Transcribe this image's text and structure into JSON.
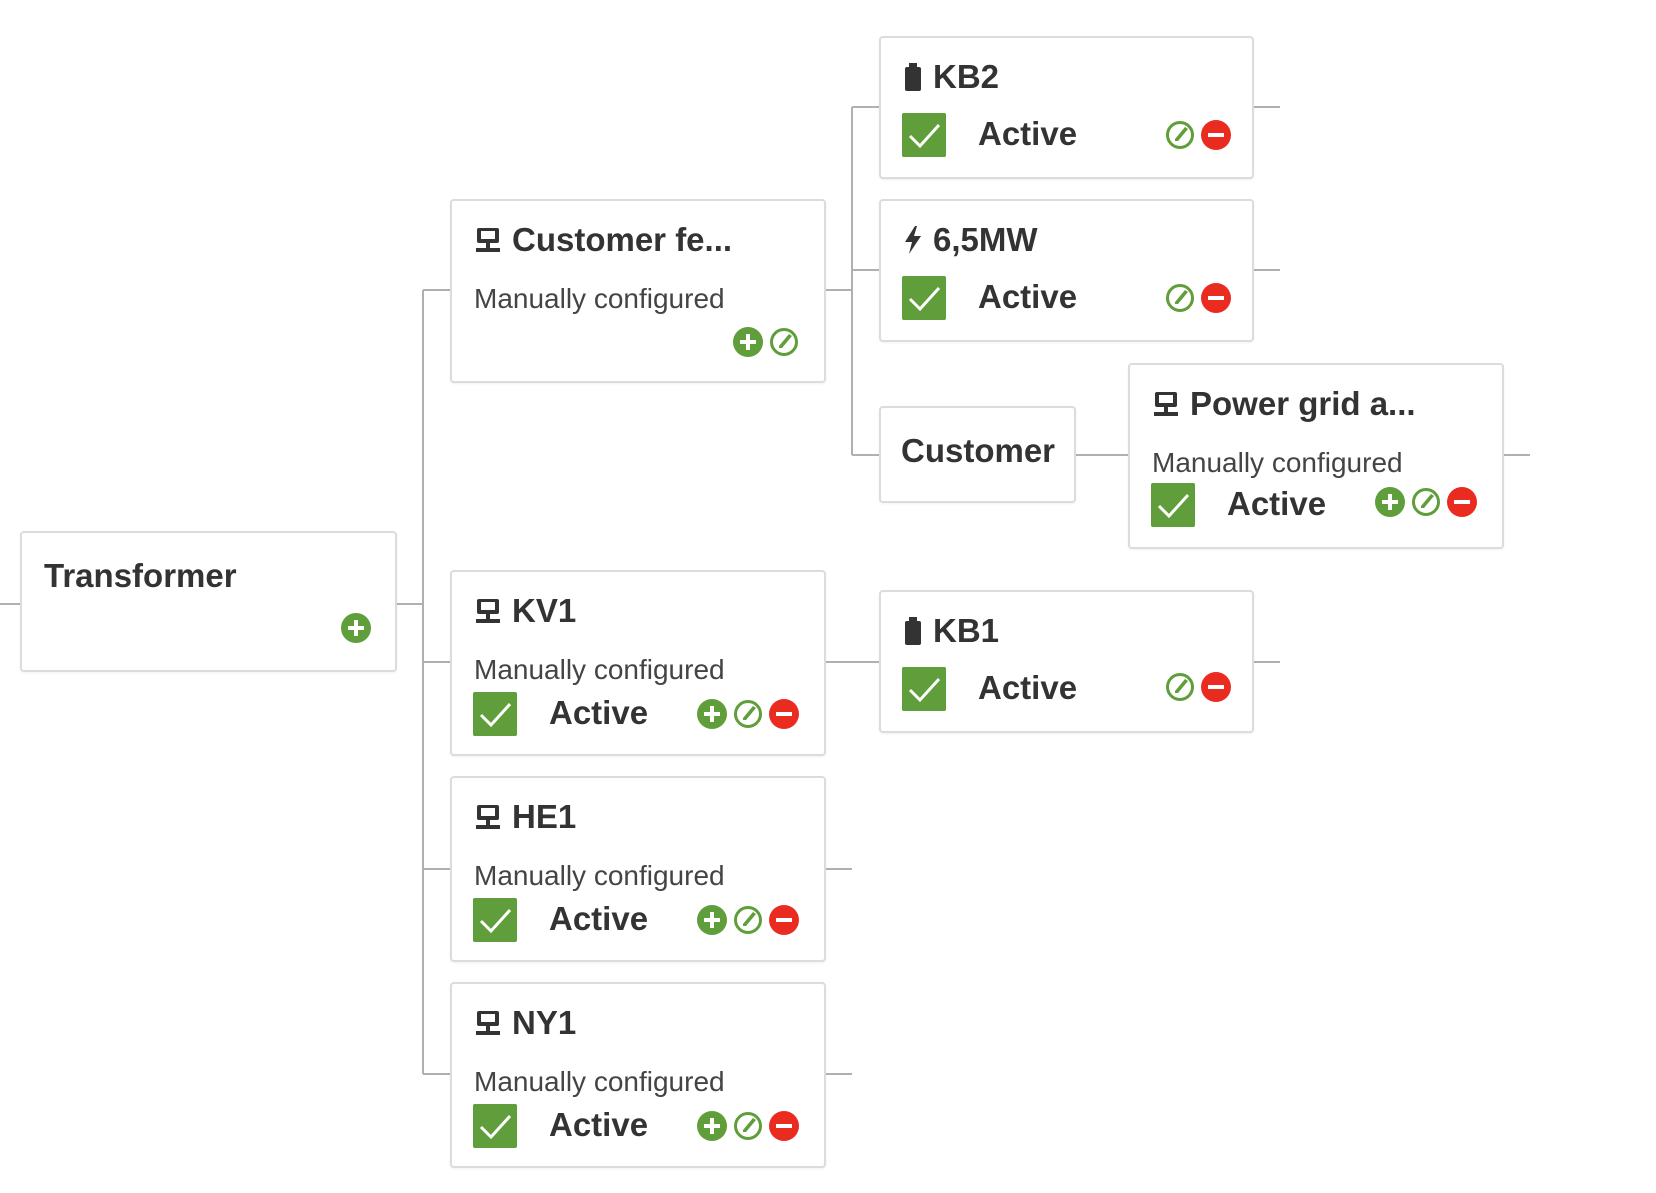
{
  "colors": {
    "accent_green": "#5f9e3a",
    "remove_red": "#ea2b20",
    "connector_gray": "#b0b0b0",
    "card_border": "#dcdcdc"
  },
  "nodes": {
    "transformer": {
      "title": "Transformer",
      "actions": [
        "add-icon"
      ]
    },
    "customer_feed": {
      "title": "Customer fe...",
      "subtitle": "Manually configured",
      "icon": "network-device-icon",
      "actions": [
        "add-icon",
        "edit-icon"
      ]
    },
    "kv1": {
      "title": "KV1",
      "subtitle": "Manually configured",
      "status": "Active",
      "icon": "network-device-icon",
      "actions": [
        "add-icon",
        "edit-icon",
        "remove-icon"
      ]
    },
    "he1": {
      "title": "HE1",
      "subtitle": "Manually configured",
      "status": "Active",
      "icon": "network-device-icon",
      "actions": [
        "add-icon",
        "edit-icon",
        "remove-icon"
      ]
    },
    "ny1": {
      "title": "NY1",
      "subtitle": "Manually configured",
      "status": "Active",
      "icon": "network-device-icon",
      "actions": [
        "add-icon",
        "edit-icon",
        "remove-icon"
      ]
    },
    "kb2": {
      "title": "KB2",
      "status": "Active",
      "icon": "battery-icon",
      "actions": [
        "edit-icon",
        "remove-icon"
      ]
    },
    "mw": {
      "title": "6,5MW",
      "status": "Active",
      "icon": "lightning-icon",
      "actions": [
        "edit-icon",
        "remove-icon"
      ]
    },
    "customer": {
      "title": "Customer"
    },
    "power_grid": {
      "title": "Power grid a...",
      "subtitle": "Manually configured",
      "status": "Active",
      "icon": "network-device-icon",
      "actions": [
        "add-icon",
        "edit-icon",
        "remove-icon"
      ]
    },
    "kb1": {
      "title": "KB1",
      "status": "Active",
      "icon": "battery-icon",
      "actions": [
        "edit-icon",
        "remove-icon"
      ]
    }
  }
}
